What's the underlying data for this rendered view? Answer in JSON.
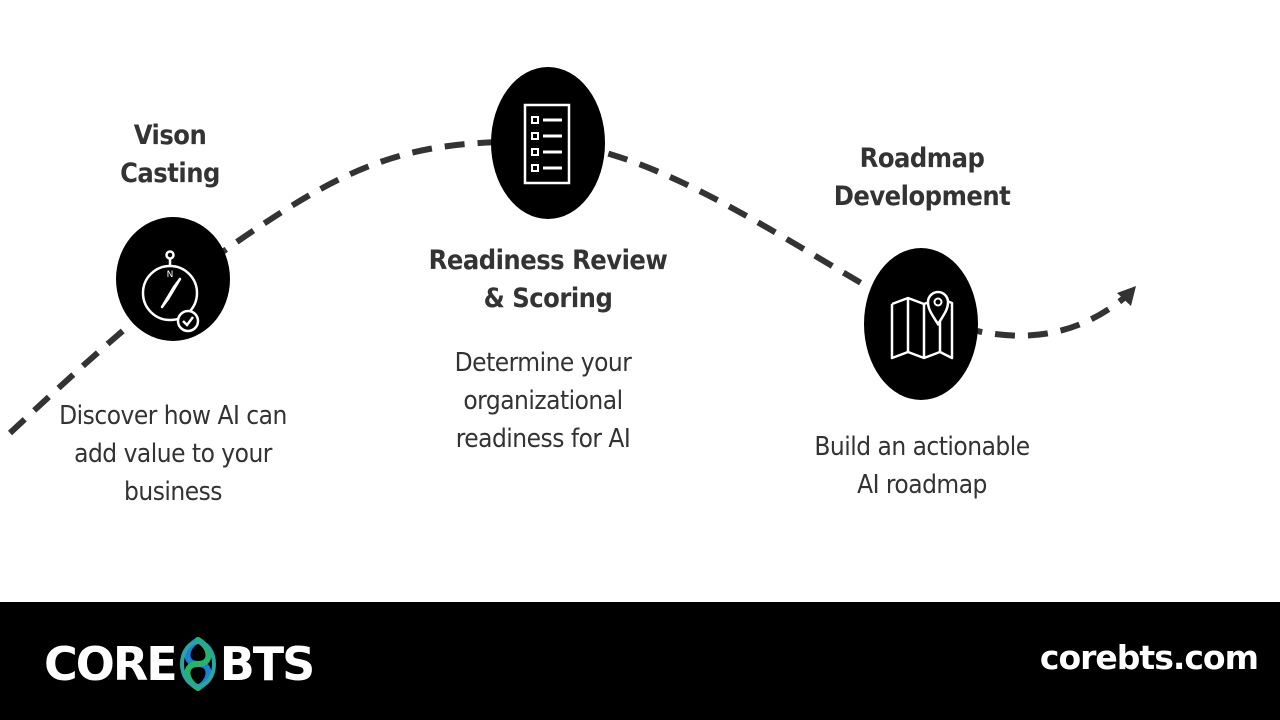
{
  "steps": [
    {
      "title_lines": [
        "Vison",
        "Casting"
      ],
      "desc_lines": [
        "Discover how AI can",
        "add value to your",
        "business"
      ],
      "icon": "compass-icon"
    },
    {
      "title_lines": [
        "Readiness Review",
        "& Scoring"
      ],
      "desc_lines": [
        "Determine your",
        "organizational",
        "readiness for AI"
      ],
      "icon": "checklist-icon"
    },
    {
      "title_lines": [
        "Roadmap",
        "Development"
      ],
      "desc_lines": [
        "Build an actionable",
        "AI roadmap"
      ],
      "icon": "map-pin-icon"
    }
  ],
  "footer": {
    "brand_left": "CORE",
    "brand_right": "BTS",
    "brand_mark_icon": "corebts-logo-mark-icon",
    "site_url": "corebts.com"
  },
  "colors": {
    "footer_bg": "#000000",
    "circle_bg": "#000000",
    "text": "#333333",
    "logo_blue": "#1f7fd1",
    "logo_green": "#27b36a"
  }
}
